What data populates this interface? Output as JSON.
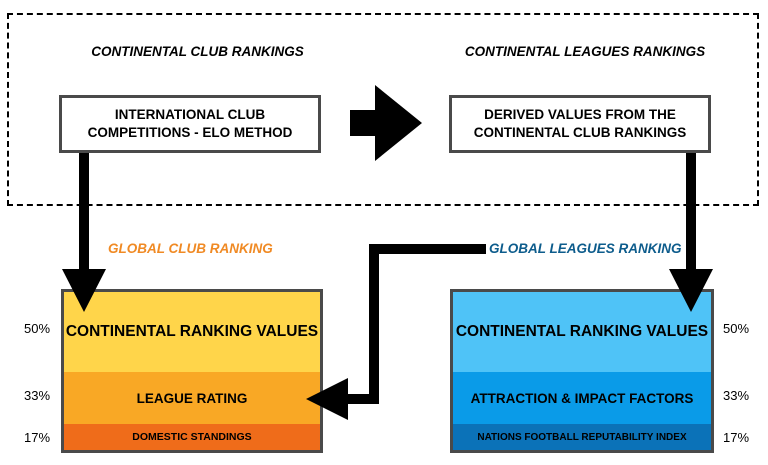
{
  "sections": {
    "left_title": "CONTINENTAL CLUB RANKINGS",
    "right_title": "CONTINENTAL LEAGUES RANKINGS"
  },
  "boxes": {
    "left": {
      "line1": "INTERNATIONAL CLUB",
      "line2": "COMPETITIONS - ELO METHOD"
    },
    "right": {
      "line1": "DERIVED VALUES FROM THE",
      "line2": "CONTINENTAL CLUB RANKINGS"
    }
  },
  "labels": {
    "global_club": "GLOBAL CLUB RANKING",
    "global_leagues": "GLOBAL LEAGUES RANKING"
  },
  "club_stack": {
    "top": "CONTINENTAL RANKING VALUES",
    "mid": "LEAGUE RATING",
    "bot": "DOMESTIC STANDINGS",
    "pct_top": "50%",
    "pct_mid": "33%",
    "pct_bot": "17%"
  },
  "league_stack": {
    "top": "CONTINENTAL RANKING VALUES",
    "mid": "ATTRACTION & IMPACT FACTORS",
    "bot": "NATIONS FOOTBALL REPUTABILITY INDEX",
    "pct_top": "50%",
    "pct_mid": "33%",
    "pct_bot": "17%"
  },
  "colors": {
    "club_top": "#FFD54A",
    "club_mid": "#F9A825",
    "club_bot": "#EF6C1A",
    "league_top": "#4FC3F7",
    "league_mid": "#0A9BE8",
    "league_bot": "#0B72B8",
    "club_label": "#F08A24",
    "league_label": "#0D5C8C",
    "border": "#4a4a4a"
  },
  "icons": [
    "flow-arrow-icon"
  ]
}
